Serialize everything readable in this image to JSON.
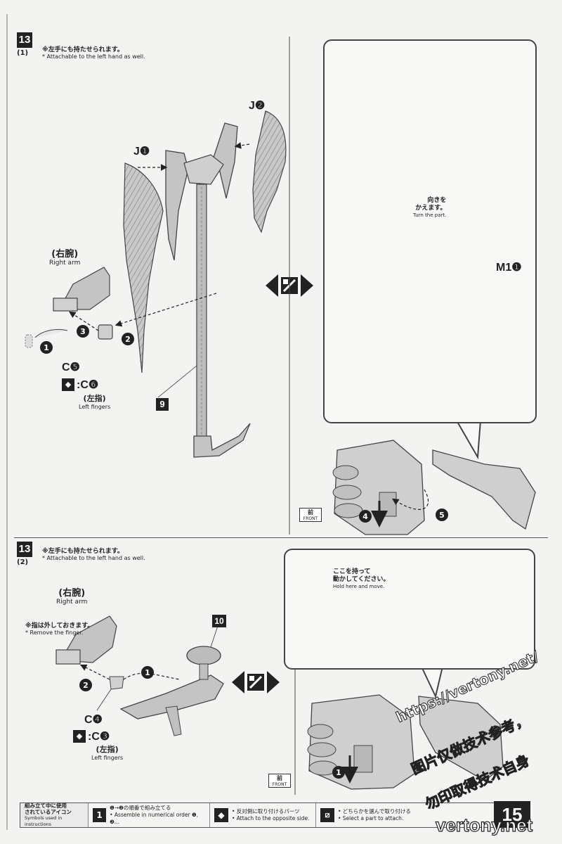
{
  "step": {
    "number": "13",
    "sub1": "(1)",
    "sub2": "(2)"
  },
  "top": {
    "note_jp": "※左手にも持たせられます。",
    "note_en": "* Attachable to the left hand as well.",
    "label_j1": "J❶",
    "label_j2": "J❷",
    "right_arm_jp": "(右腕)",
    "right_arm_en": "Right arm",
    "c5": "C❺",
    "swap_c6": ":C❻",
    "left_fingers_jp": "(左指)",
    "left_fingers_en": "Left fingers",
    "part9": "9",
    "turn_jp1": "向きを",
    "turn_jp2": "かえます。",
    "turn_en": "Turn the part.",
    "m1": "M1❶",
    "front_jp": "前",
    "front_en": "FRONT"
  },
  "bottom": {
    "note_jp": "※左手にも持たせられます。",
    "note_en": "* Attachable to the left hand as well.",
    "right_arm_jp": "(右腕)",
    "right_arm_en": "Right arm",
    "remove_jp": "※指は外しておきます。",
    "remove_en": "* Remove the finger.",
    "c4": "C❹",
    "swap_c3": ":C❸",
    "left_fingers_jp": "(左指)",
    "left_fingers_en": "Left fingers",
    "part10": "10",
    "hold_jp1": "ここを持って",
    "hold_jp2": "動かしてください。",
    "hold_en": "Hold here and move.",
    "front_jp": "前",
    "front_en": "FRONT"
  },
  "legend": {
    "head_jp1": "組み立て中に使用",
    "head_jp2": "されているアイコン",
    "head_en": "Symbols used in instructions",
    "i1_jp": "❶→❷の順番で組み立てる",
    "i1_en": "• Assemble in numerical order ❶, ❷...",
    "i2_jp": "• 反対側に取り付けるパーツ",
    "i2_en": "• Attach to the opposite side.",
    "i3_jp": "• どちらかを選んで取り付ける",
    "i3_en": "• Select a part to attach."
  },
  "page_number": "15",
  "watermarks": {
    "url": "https://vertony.net/",
    "cn1": "图片仅做技术参考，",
    "cn2": "勿印取得技术自身",
    "site": "vertony.net"
  },
  "colors": {
    "ink": "#222222",
    "paper": "#f3f3f1",
    "part_gray": "#bdbdbd",
    "part_dark": "#8a8a8a",
    "watermark": "#ffffff"
  }
}
